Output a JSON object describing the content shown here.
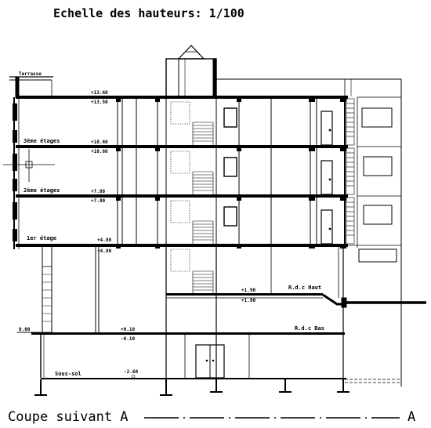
{
  "header": {
    "scale_title": "Echelle des hauteurs:  1/100"
  },
  "footer": {
    "section_label": "Coupe suivant A",
    "section_end_letter": "A"
  },
  "floors": {
    "terrasse": "Terrasse",
    "third": "3ème étages",
    "second": "2ème étages",
    "first": "1er étage",
    "rdc_haut": "R.d.c Haut",
    "rdc_bas": "R.d.c Bas",
    "sous_sol": "Sous-sol"
  },
  "levels": {
    "l1360": "+13.60",
    "l1350": "+13.50",
    "l1060_a": "+10.60",
    "l1060_b": "+10.60",
    "l780_a": "+7.80",
    "l780_b": "+7.80",
    "l480_a": "+4.80",
    "l480_b": "+4.80",
    "l190": "+1.90",
    "l180": "+1.80",
    "l000": "0.00",
    "l010p": "+0.10",
    "l010m": "-0.10",
    "l260m": "-2.60"
  },
  "colors": {
    "ink": "#000000",
    "paper": "#ffffff"
  }
}
